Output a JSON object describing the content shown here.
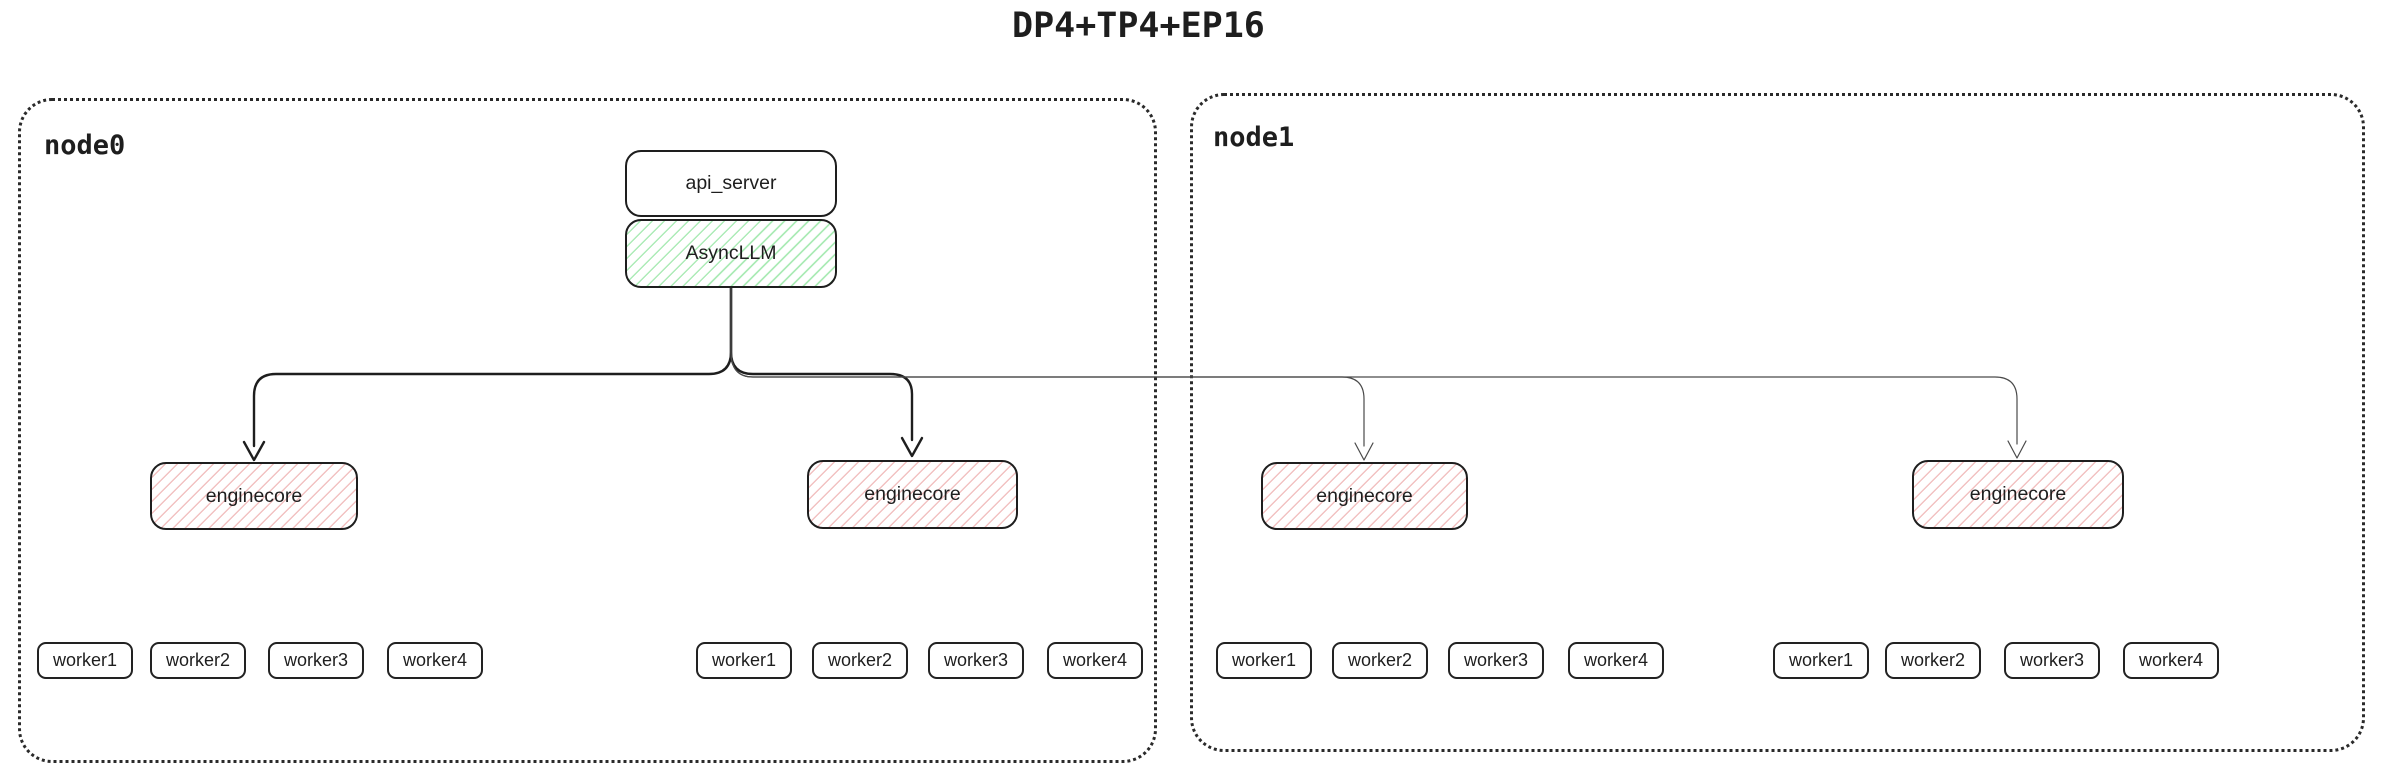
{
  "title": "DP4+TP4+EP16",
  "colors": {
    "ink": "#1e1e1e",
    "thin_edge": "#4a4a4a",
    "green_hatch": "#69db7c",
    "red_hatch": "#e06c6c"
  },
  "node0": {
    "label": "node0",
    "api_server": "api_server",
    "async_llm": "AsyncLLM",
    "enginecores": [
      "enginecore",
      "enginecore"
    ],
    "worker_groups": [
      [
        "worker1",
        "worker2",
        "worker3",
        "worker4"
      ],
      [
        "worker1",
        "worker2",
        "worker3",
        "worker4"
      ]
    ]
  },
  "node1": {
    "label": "node1",
    "enginecores": [
      "enginecore",
      "enginecore"
    ],
    "worker_groups": [
      [
        "worker1",
        "worker2",
        "worker3",
        "worker4"
      ],
      [
        "worker1",
        "worker2",
        "worker3",
        "worker4"
      ]
    ]
  },
  "edges": [
    {
      "from": "AsyncLLM",
      "to": "node0 enginecore 1"
    },
    {
      "from": "AsyncLLM",
      "to": "node0 enginecore 2"
    },
    {
      "from": "AsyncLLM",
      "to": "node1 enginecore 1"
    },
    {
      "from": "AsyncLLM",
      "to": "node1 enginecore 2"
    }
  ]
}
